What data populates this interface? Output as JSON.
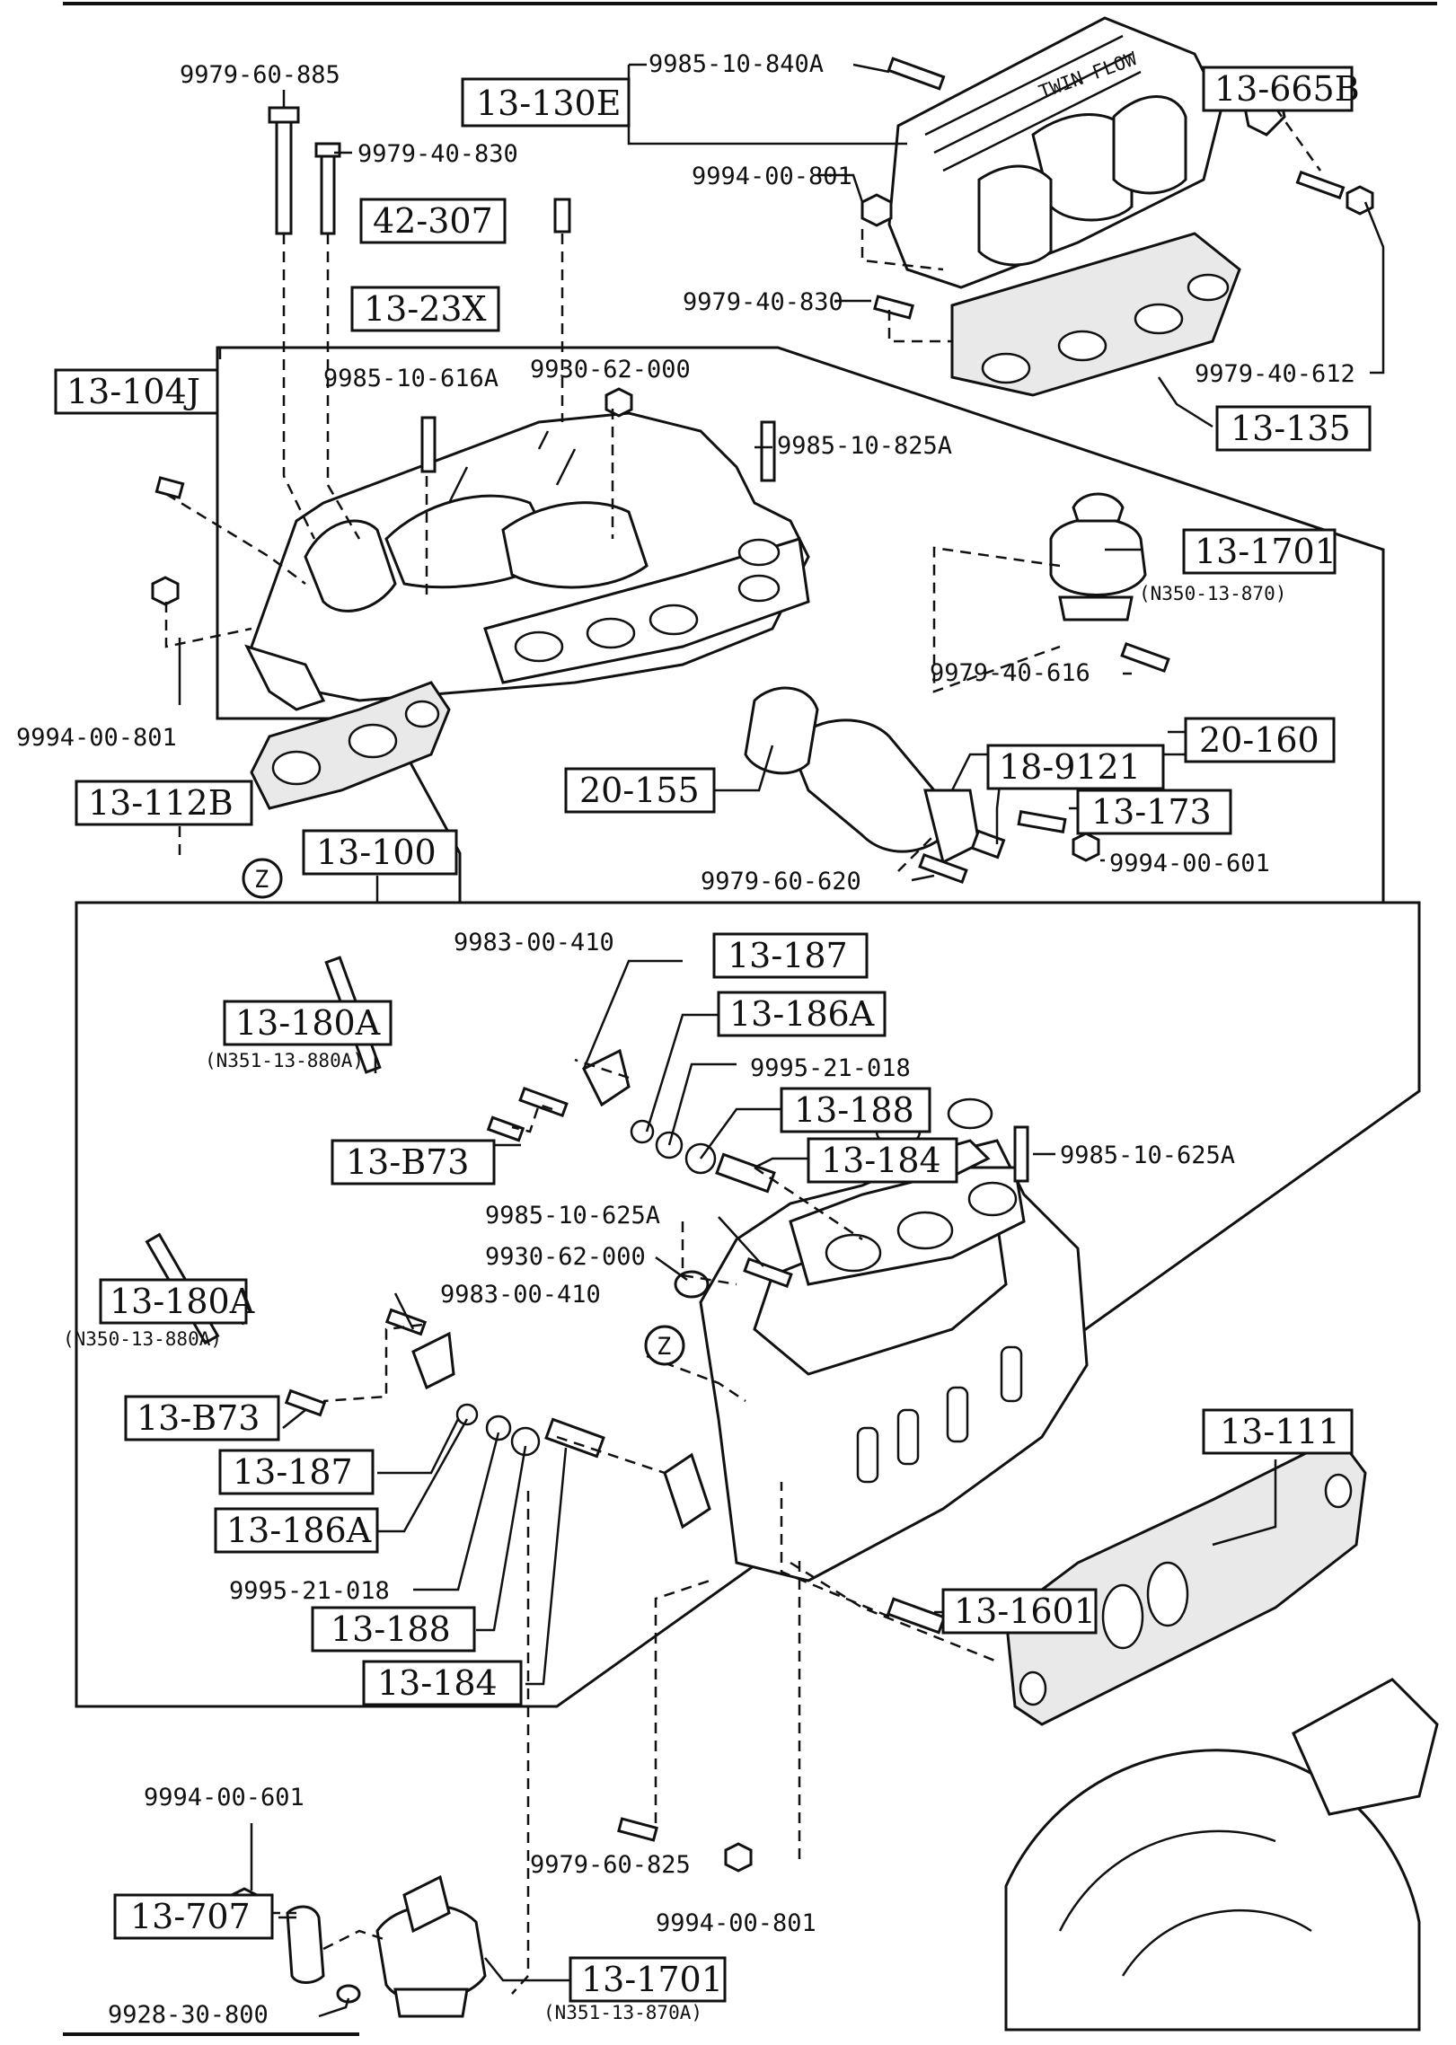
{
  "boxed_refs": {
    "r13_130E": "13-130E",
    "r13_665B": "13-665B",
    "r42_307": "42-307",
    "r13_23X": "13-23X",
    "r13_104J": "13-104J",
    "r13_135": "13-135",
    "r13_1701_top": "13-1701",
    "r20_160": "20-160",
    "r18_9121": "18-9121",
    "r20_155": "20-155",
    "r13_173": "13-173",
    "r13_112B": "13-112B",
    "r13_100": "13-100",
    "r13_187_top": "13-187",
    "r13_186A_top": "13-186A",
    "r13_188_top": "13-188",
    "r13_184_top": "13-184",
    "r13_180A_top": "13-180A",
    "r13_B73_top": "13-B73",
    "r13_180A_mid": "13-180A",
    "r13_B73_mid": "13-B73",
    "r13_187_mid": "13-187",
    "r13_186A_mid": "13-186A",
    "r13_188_mid": "13-188",
    "r13_184_mid": "13-184",
    "r13_111": "13-111",
    "r13_1601": "13-1601",
    "r13_707": "13-707",
    "r13_1701_bot": "13-1701"
  },
  "part_numbers": {
    "p9979_60_885": "9979-60-885",
    "p9979_40_830_a": "9979-40-830",
    "p9985_10_840A": "9985-10-840A",
    "p9994_00_801_a": "9994-00-801",
    "p9979_40_830_b": "9979-40-830",
    "p9979_40_612": "9979-40-612",
    "p9985_10_616A": "9985-10-616A",
    "p9930_62_000_a": "9930-62-000",
    "p9985_10_825A": "9985-10-825A",
    "p9994_00_801_b": "9994-00-801",
    "p9979_40_616": "9979-40-616",
    "p9979_60_620": "9979-60-620",
    "p9994_00_601_a": "9994-00-601",
    "p9983_00_410_a": "9983-00-410",
    "p9995_21_018_a": "9995-21-018",
    "p9985_10_625A_a": "9985-10-625A",
    "p9985_10_625A_b": "9985-10-625A",
    "p9930_62_000_b": "9930-62-000",
    "p9983_00_410_b": "9983-00-410",
    "p9995_21_018_b": "9995-21-018",
    "p9994_00_601_b": "9994-00-601",
    "p9979_60_825": "9979-60-825",
    "p9994_00_801_c": "9994-00-801",
    "p9928_30_800": "9928-30-800"
  },
  "sub_refs": {
    "n350_13_870": "(N350-13-870)",
    "n351_13_880A": "(N351-13-880A)",
    "n350_13_880A": "(N350-13-880A)",
    "n351_13_870A": "(N351-13-870A)"
  },
  "markers": {
    "z_top": "Z",
    "z_mid": "Z"
  }
}
